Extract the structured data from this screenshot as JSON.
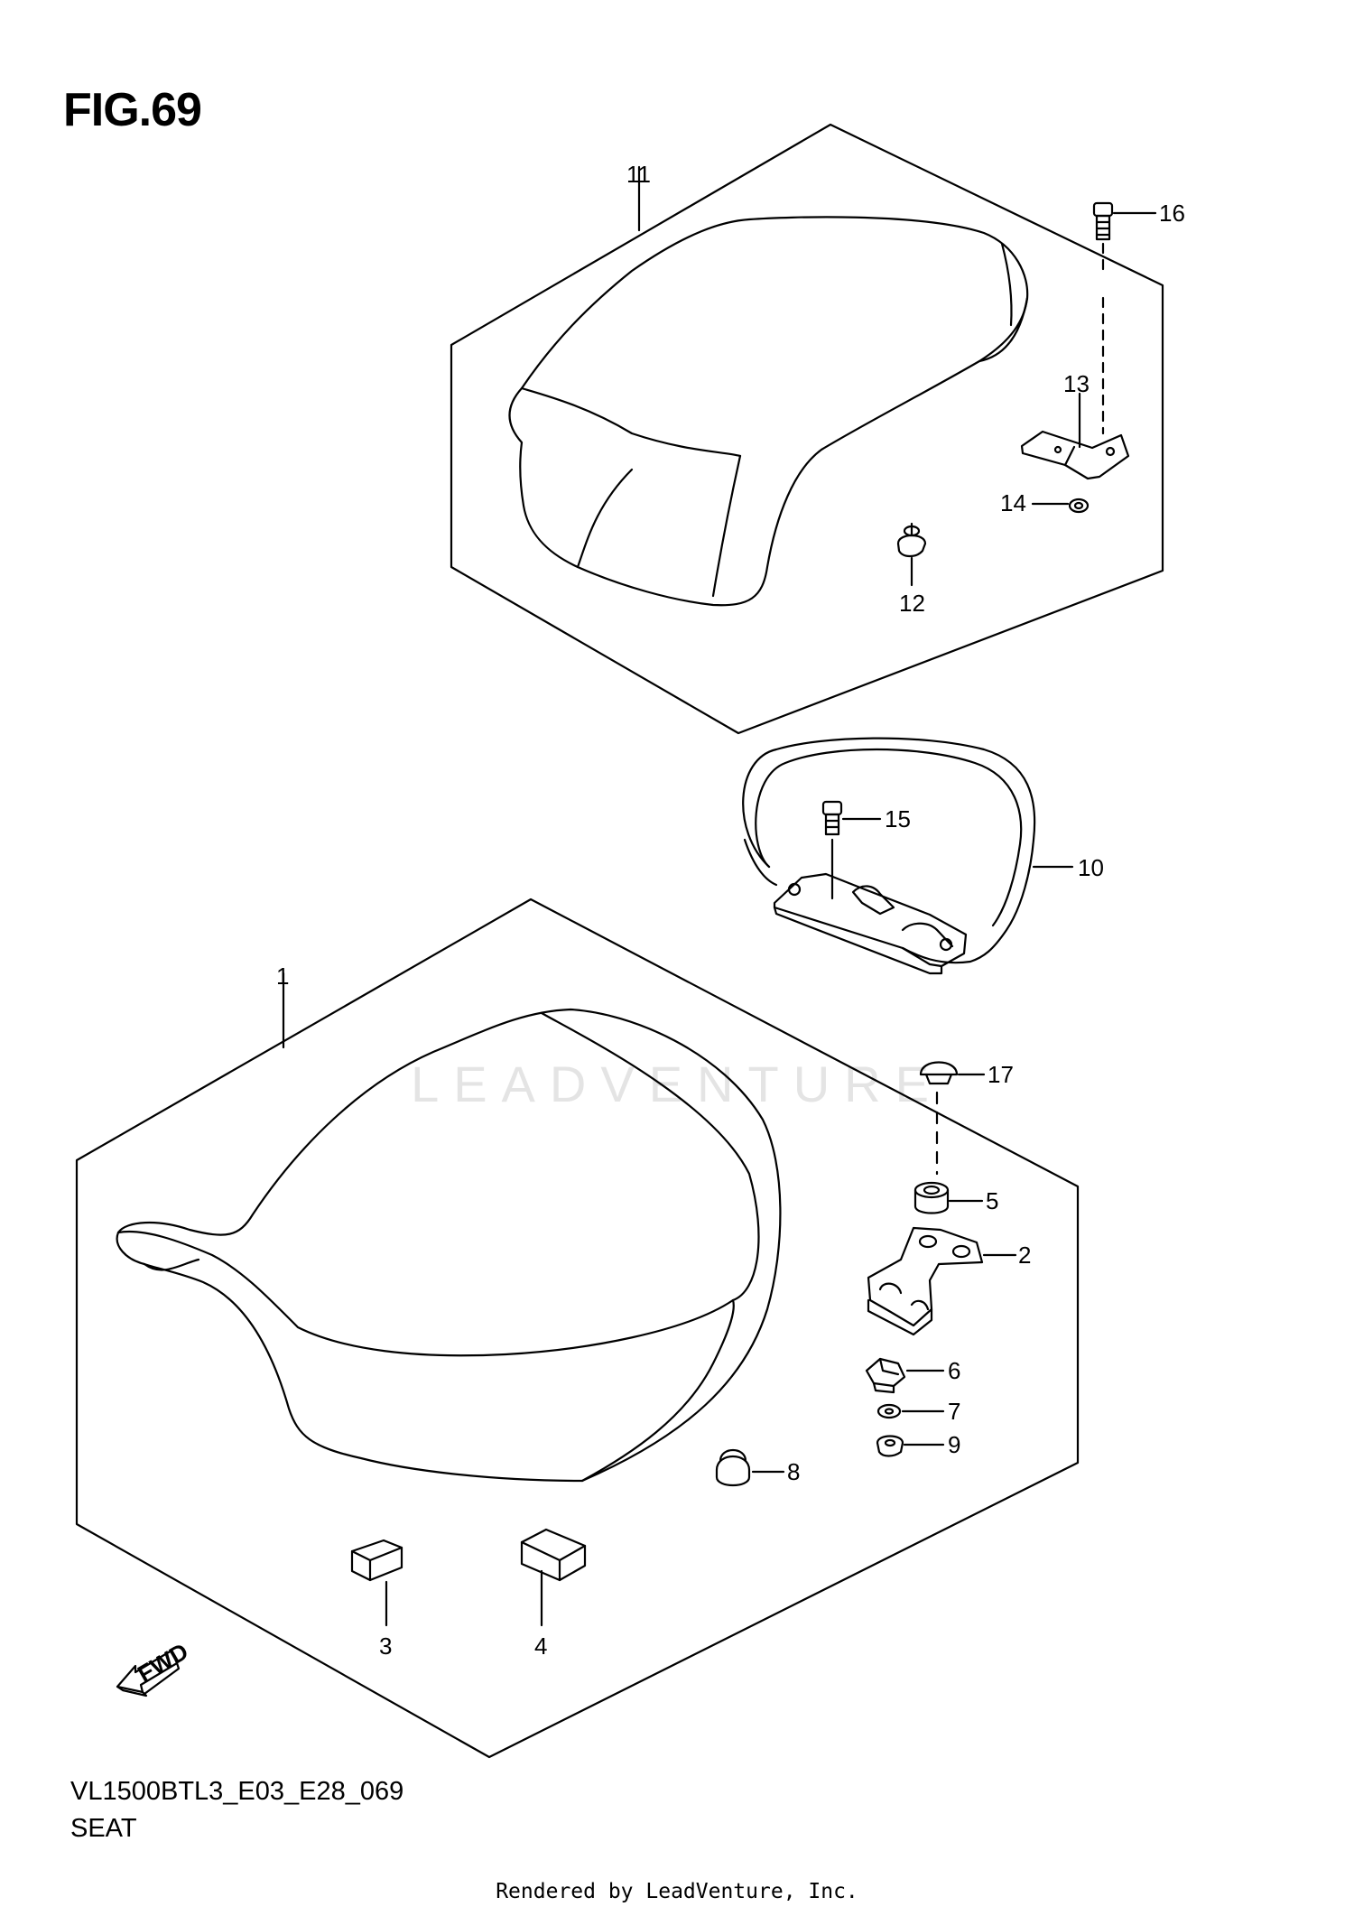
{
  "figure": {
    "title": "FIG.69",
    "code": "VL1500BTL3_E03_E28_069",
    "name": "SEAT"
  },
  "callouts": [
    "1",
    "2",
    "3",
    "4",
    "5",
    "6",
    "7",
    "8",
    "9",
    "10",
    "11",
    "12",
    "13",
    "14",
    "15",
    "16",
    "17"
  ],
  "fwd_arrow_label": "FWD",
  "watermark": "LEADVENTURE",
  "footer": "Rendered by LeadVenture, Inc.",
  "colors": {
    "line": "#000000",
    "background": "#ffffff",
    "watermark": "#e4e4e4"
  }
}
